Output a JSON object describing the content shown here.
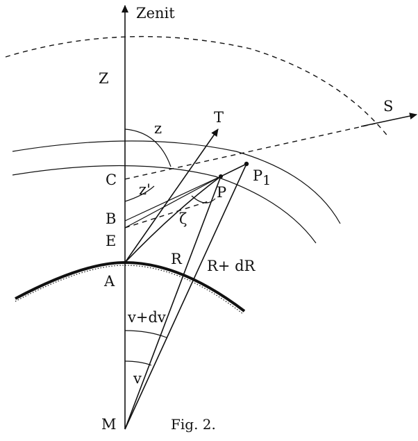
{
  "labels": {
    "zenit": "Zenit",
    "Z": "Z",
    "z": "z",
    "T": "T",
    "S": "S",
    "C": "C",
    "z_prime": "z'",
    "P1": "P",
    "P1_sub": "1",
    "P": "P",
    "B": "B",
    "zeta": "ζ",
    "E": "E",
    "R": "R",
    "R_dR": "R+ dR",
    "A": "A",
    "v_dv": "v+dv",
    "v": "v",
    "M": "M"
  },
  "caption": "Fig. 2."
}
